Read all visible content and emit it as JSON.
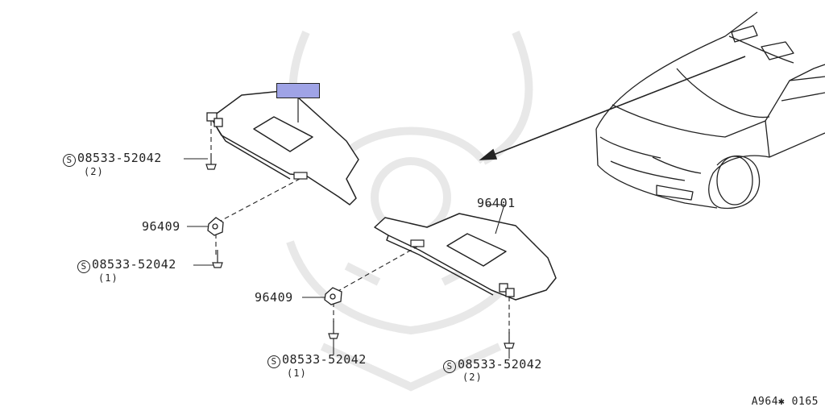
{
  "callouts": {
    "screw_upper_left": {
      "code": "08533-52042",
      "qty": "(2)"
    },
    "screw_mid_left": {
      "code": "08533-52042",
      "qty": "(1)"
    },
    "screw_bottom_center": {
      "code": "08533-52042",
      "qty": "(1)"
    },
    "screw_bottom_right": {
      "code": "08533-52042",
      "qty": "(2)"
    },
    "holder_left": {
      "code": "96409"
    },
    "holder_center": {
      "code": "96409"
    },
    "visor_right": {
      "code": "96401"
    }
  },
  "symbols": {
    "standard_part": "S"
  },
  "reference_code": "A964✱ 0165",
  "colors": {
    "line": "#222222",
    "highlight": "#9fa3e6",
    "watermark": "#e8e8e8"
  }
}
